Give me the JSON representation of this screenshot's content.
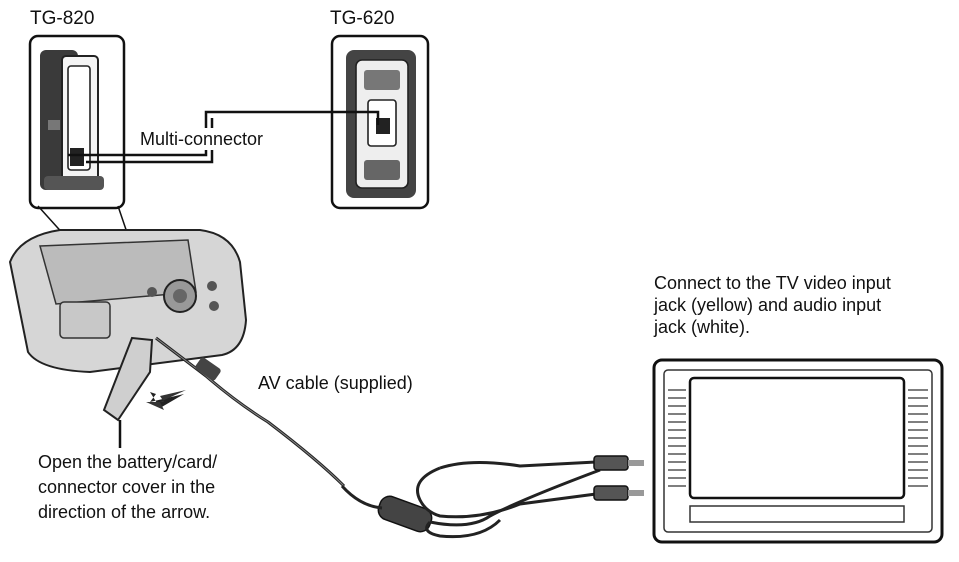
{
  "models": {
    "left": "TG-820",
    "right": "TG-620"
  },
  "labels": {
    "multi_connector": "Multi-connector",
    "av_cable": "AV cable (supplied)",
    "tv_connect": [
      "Connect to the TV video input",
      "jack (yellow) and audio input",
      "jack (white)."
    ],
    "open_cover": [
      "Open the battery/card/",
      "connector cover in the",
      "direction of the arrow."
    ]
  }
}
